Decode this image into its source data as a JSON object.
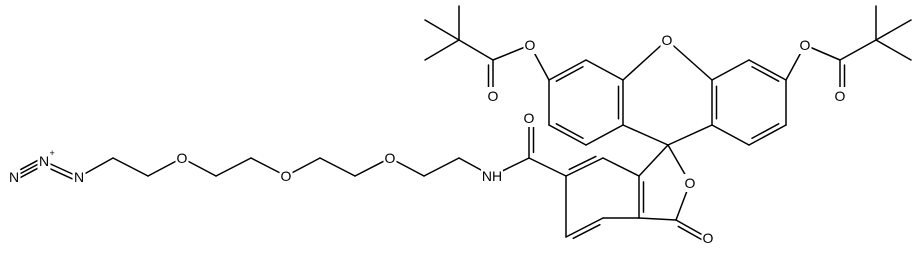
{
  "molecule": {
    "colors": {
      "bond": "#000000",
      "background": "#ffffff"
    },
    "atoms": [
      {
        "id": "N1",
        "symbol": "N",
        "charge": "-"
      },
      {
        "id": "N2",
        "symbol": "N",
        "charge": "+"
      },
      {
        "id": "N3",
        "symbol": "N",
        "charge": ""
      },
      {
        "id": "O1",
        "symbol": "O",
        "charge": ""
      },
      {
        "id": "O2",
        "symbol": "O",
        "charge": ""
      },
      {
        "id": "O3",
        "symbol": "O",
        "charge": ""
      },
      {
        "id": "NH",
        "symbol": "NH",
        "charge": ""
      },
      {
        "id": "Oamide",
        "symbol": "O",
        "charge": ""
      },
      {
        "id": "Olac",
        "symbol": "O",
        "charge": ""
      },
      {
        "id": "Ocarb",
        "symbol": "O",
        "charge": ""
      },
      {
        "id": "Oxan",
        "symbol": "O",
        "charge": ""
      },
      {
        "id": "OestL",
        "symbol": "O",
        "charge": ""
      },
      {
        "id": "OcarbL",
        "symbol": "O",
        "charge": ""
      },
      {
        "id": "OestR",
        "symbol": "O",
        "charge": ""
      },
      {
        "id": "OcarbR",
        "symbol": "O",
        "charge": ""
      }
    ]
  }
}
